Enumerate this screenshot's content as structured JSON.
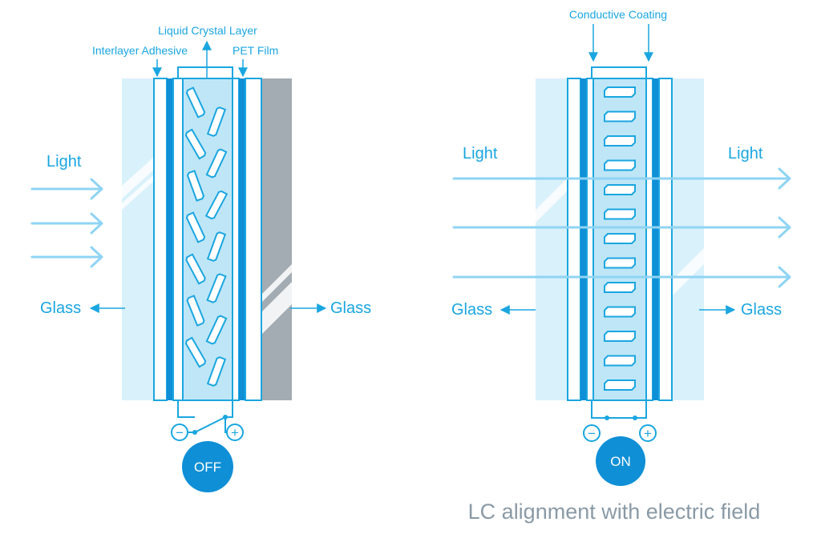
{
  "colors": {
    "blue": "#1aa6e0",
    "dark_blue": "#0f8fd6",
    "light_blue": "#d9f1fb",
    "lc_fill": "#bfe6f7",
    "arrow": "#8fd4f4",
    "grey": "#a3acb3",
    "caption": "#8a9aa6"
  },
  "left_panel": {
    "labels": {
      "liquid_crystal_layer": "Liquid Crystal Layer",
      "interlayer_adhesive": "Interlayer Adhesive",
      "pet_film": "PET Film",
      "light": "Light",
      "glass_left": "Glass",
      "glass_right": "Glass"
    },
    "minus": "−",
    "plus": "+",
    "state": "OFF",
    "switch": "open",
    "crystal_orientation": "random"
  },
  "right_panel": {
    "labels": {
      "conductive_coating": "Conductive Coating",
      "light_in": "Light",
      "light_out": "Light",
      "glass_left": "Glass",
      "glass_right": "Glass"
    },
    "minus": "−",
    "plus": "+",
    "state": "ON",
    "switch": "closed",
    "crystal_orientation": "aligned"
  },
  "caption": "LC alignment with electric field"
}
